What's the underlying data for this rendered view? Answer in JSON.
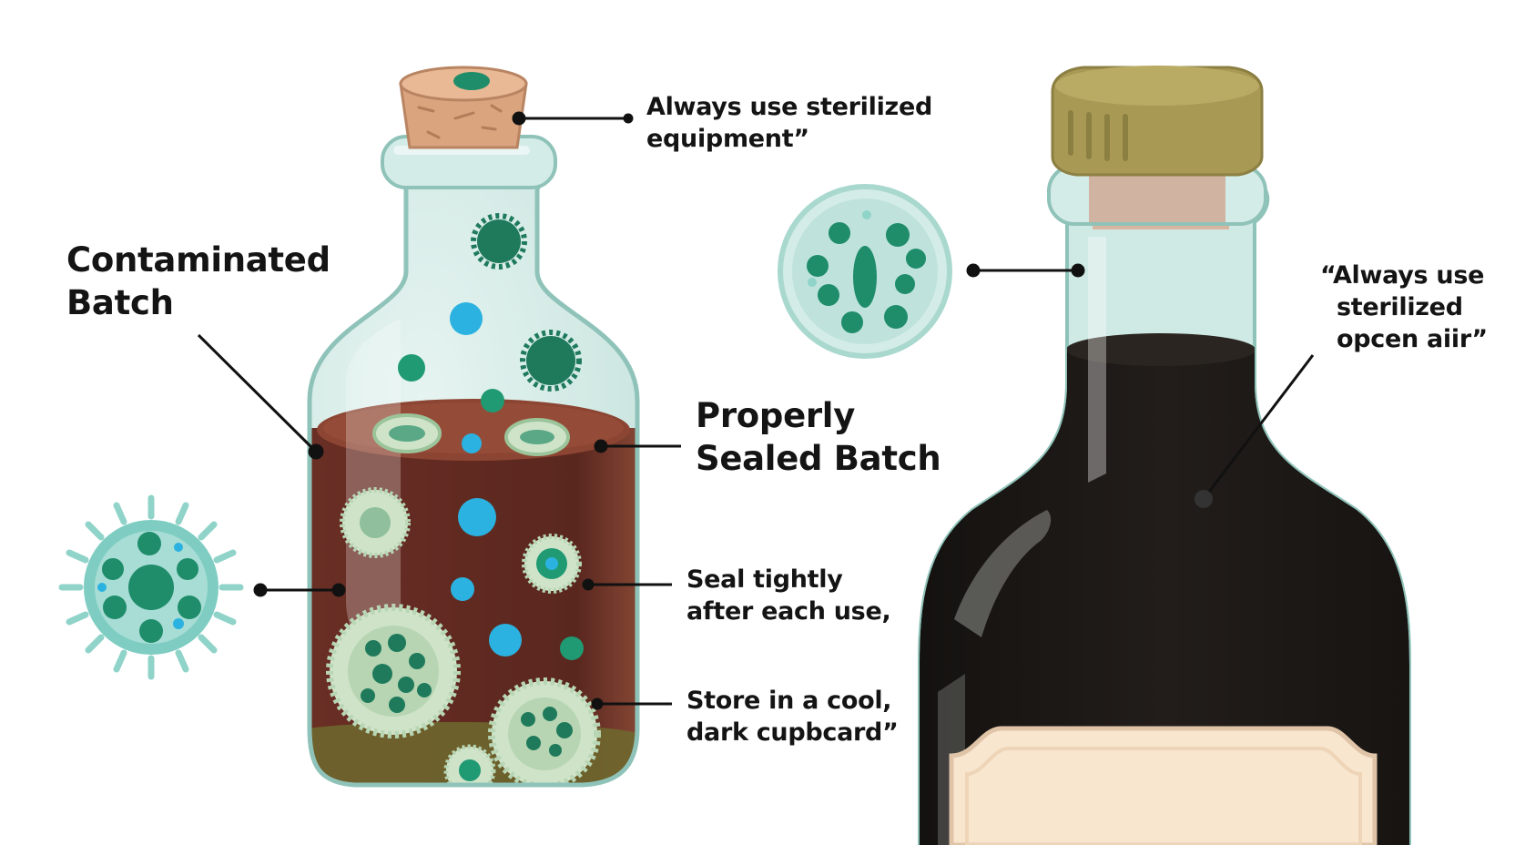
{
  "labels": {
    "contaminated": {
      "line1": "Contaminated",
      "line2": "Batch"
    },
    "sealed": {
      "line1": "Properly",
      "line2": "Sealed Batch"
    },
    "sterilized_top": {
      "line1": "Always use sterilized",
      "line2": "equipment”"
    },
    "seal_tightly": {
      "line1": "Seal tightly",
      "line2": "after each use,"
    },
    "store_cool": {
      "line1": "Store in a cool,",
      "line2": "dark cupbcard”"
    },
    "sterilized_right": {
      "line1": "“Always use",
      "line2": "sterilized",
      "line3": "opcen aiir”"
    }
  },
  "colors": {
    "glass": "#d4ece7",
    "glass_edge": "#8fc3b9",
    "cork": "#d9a47e",
    "cap": "#a89a55",
    "vinegar_contaminated": "#5e2a22",
    "vinegar_sealed": "#1e1a17",
    "mold_green": "#1f8c6a",
    "mold_pale": "#cfe3c9",
    "bubble_blue": "#2bb2e0",
    "label_paper": "#f8e6cf",
    "leader_line": "#111111"
  },
  "icons": [
    "cork-icon",
    "mold-spore-icon",
    "bacteria-magnified-icon",
    "bottle-cap-icon"
  ]
}
